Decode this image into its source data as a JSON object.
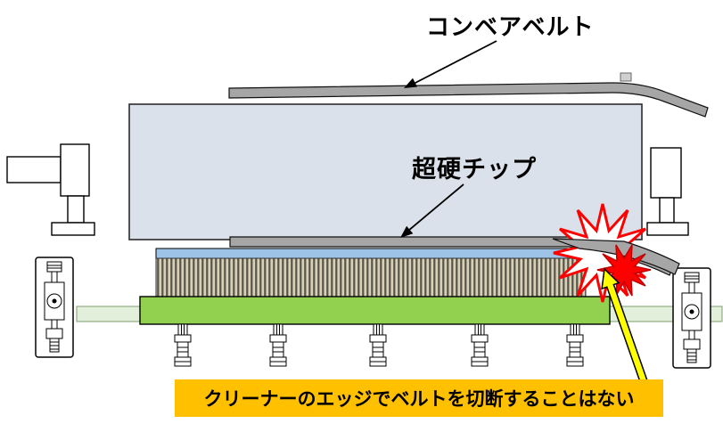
{
  "labels": {
    "conveyor_belt": "コンベアベルト",
    "carbide_tip": "超硬チップ",
    "caption": "クリーナーのエッジでベルトを切断することはない"
  },
  "icons": {
    "conveyor_label_arrow": "black-pointer-arrow",
    "carbide_label_arrow": "black-pointer-arrow",
    "impact_starburst": "red-jagged-starburst",
    "impact_arrow": "yellow-up-arrow"
  },
  "colors": {
    "drum_fill": "#dbe1ea",
    "blade_holder_green": "#92d050",
    "shaft_pale_green": "#e2efda",
    "tip_strip_blue": "#9dc3e6",
    "belt_gray": "#a6a6a6",
    "caption_bg_orange": "#ffc000",
    "impact_red": "#ff0000",
    "impact_arrow_yellow": "#ffff00"
  }
}
